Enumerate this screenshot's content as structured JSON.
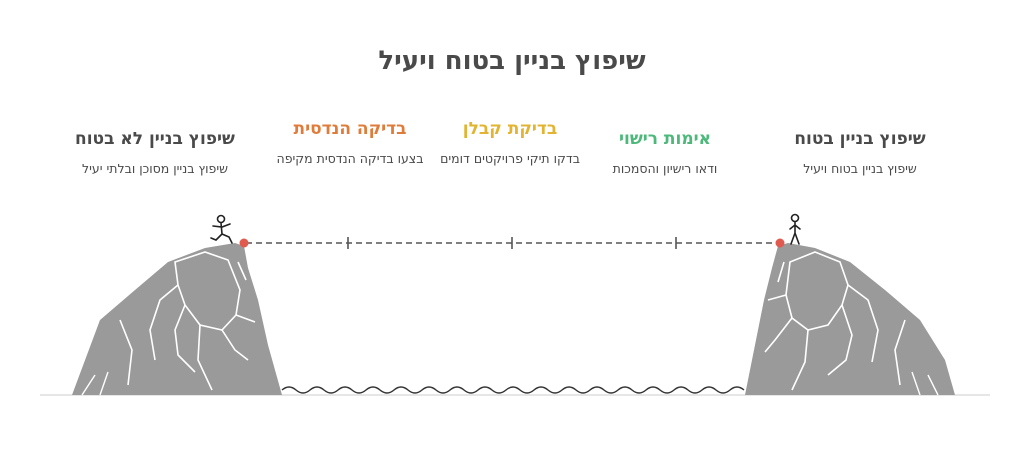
{
  "title": "שיפוץ בניין בטוח ויעיל",
  "stages": [
    {
      "heading": "שיפוץ בניין בטוח",
      "description": "שיפוץ בניין בטוח ויעיל",
      "color": "#4a4a4a"
    },
    {
      "heading": "אימות רישוי",
      "description": "ודאו רישיון והסמכות",
      "color": "#4cb87a"
    },
    {
      "heading": "בדיקת קבלן",
      "description": "בדקו תיקי פרויקטים דומים",
      "color": "#e2b431"
    },
    {
      "heading": "בדיקה הנדסית",
      "description": "בצעו בדיקה הנדסית מקיפה",
      "color": "#e07c3a"
    },
    {
      "heading": "שיפוץ בניין לא בטוח",
      "description": "שיפוץ בניין מסוכן ובלתי יעיל",
      "color": "#4a4a4a"
    }
  ],
  "colors": {
    "rock": "#9a9a9a",
    "rock_line": "#ffffff",
    "endpoint": "#e05a4f",
    "line": "#555555"
  }
}
